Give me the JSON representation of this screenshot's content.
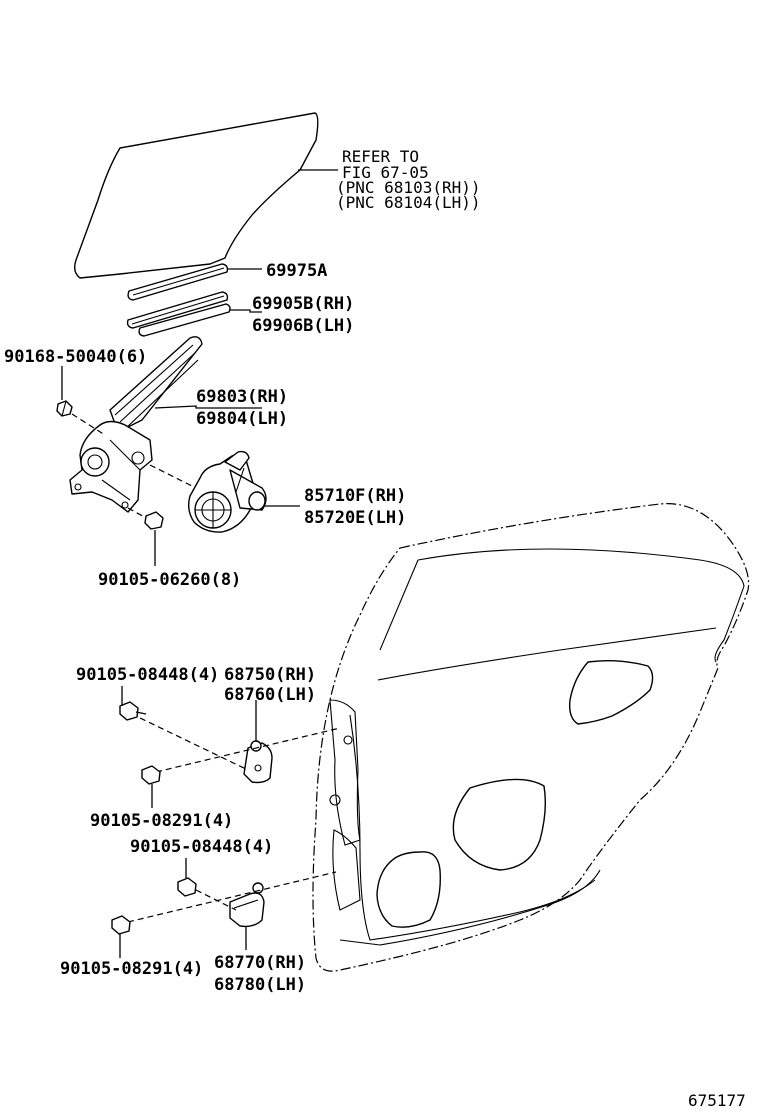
{
  "refer": {
    "line1": "REFER TO",
    "line2": "FIG 67-05",
    "line3": "(PNC 68103(RH))",
    "line4": "(PNC 68104(LH))"
  },
  "labels": {
    "p69975a": "69975A",
    "p69905b": "69905B(RH)",
    "p69906b": "69906B(LH)",
    "p90168": "90168-50040(6)",
    "p69803": "69803(RH)",
    "p69804": "69804(LH)",
    "p85710f": "85710F(RH)",
    "p85720e": "85720E(LH)",
    "p90105_06260": "90105-06260(8)",
    "p90105_08448_a": "90105-08448(4)",
    "p68750": "68750(RH)",
    "p68760": "68760(LH)",
    "p90105_08291_a": "90105-08291(4)",
    "p90105_08448_b": "90105-08448(4)",
    "p90105_08291_b": "90105-08291(4)",
    "p68770": "68770(RH)",
    "p68780": "68780(LH)"
  },
  "figure_number": "675177"
}
